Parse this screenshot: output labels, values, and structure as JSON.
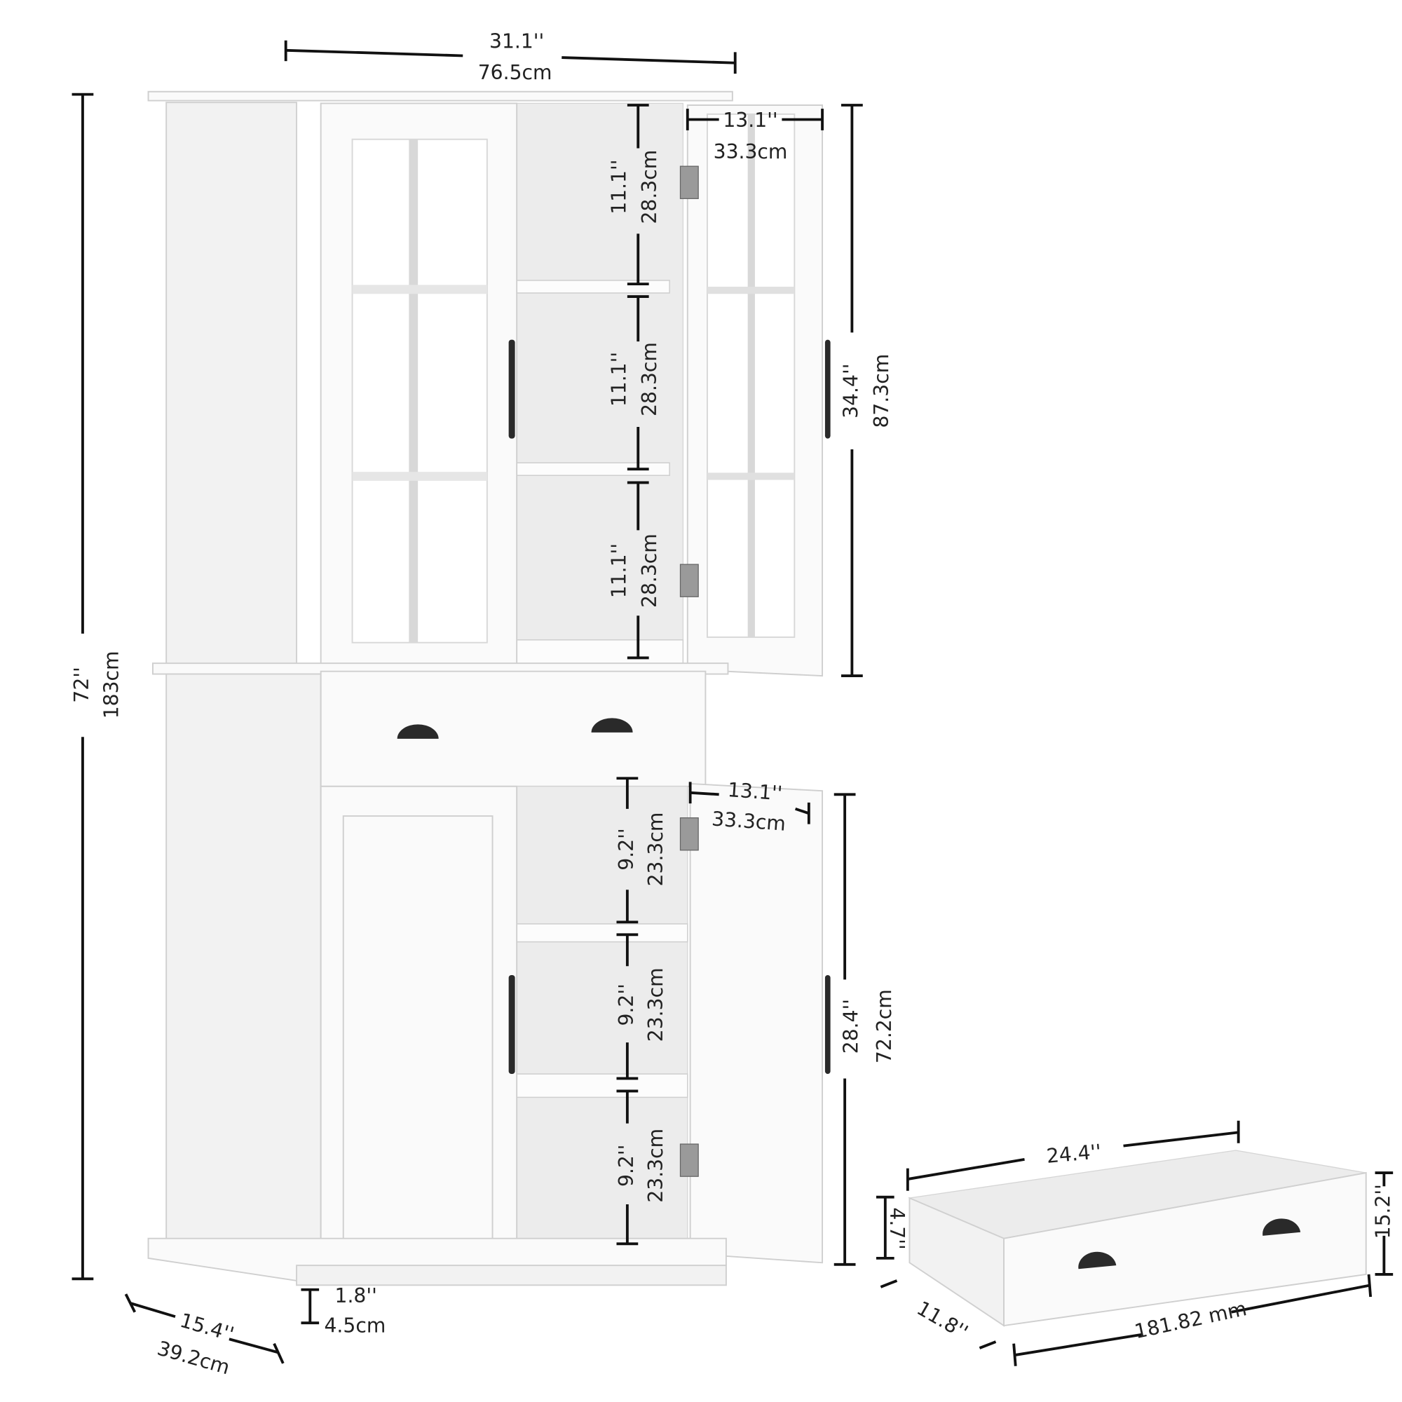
{
  "dimensions": {
    "overall_width": {
      "in": "31.1''",
      "cm": "76.5cm"
    },
    "overall_height": {
      "in": "72''",
      "cm": "183cm"
    },
    "overall_depth": {
      "in": "15.4''",
      "cm": "39.2cm"
    },
    "upper_door_width": {
      "in": "13.1''",
      "cm": "33.3cm"
    },
    "upper_door_height": {
      "in": "34.4''",
      "cm": "87.3cm"
    },
    "upper_shelf_gaps": [
      {
        "in": "11.1''",
        "cm": "28.3cm"
      },
      {
        "in": "11.1''",
        "cm": "28.3cm"
      },
      {
        "in": "11.1''",
        "cm": "28.3cm"
      }
    ],
    "lower_door_width": {
      "in": "13.1''",
      "cm": "33.3cm"
    },
    "lower_door_height": {
      "in": "28.4''",
      "cm": "72.2cm"
    },
    "lower_shelf_gaps": [
      {
        "in": "9.2''",
        "cm": "23.3cm"
      },
      {
        "in": "9.2''",
        "cm": "23.3cm"
      },
      {
        "in": "9.2''",
        "cm": "23.3cm"
      }
    ],
    "base_height": {
      "in": "1.8''",
      "cm": "4.5cm"
    }
  },
  "drawer": {
    "width": "24.4''",
    "height": "4.7''",
    "depth": "11.8''",
    "front_width": "181.82 mm",
    "front_height": "15.2''"
  },
  "colors": {
    "cabinet": "#fafafa",
    "hardware": "#2a2a2a",
    "dimension_line": "#111111"
  }
}
